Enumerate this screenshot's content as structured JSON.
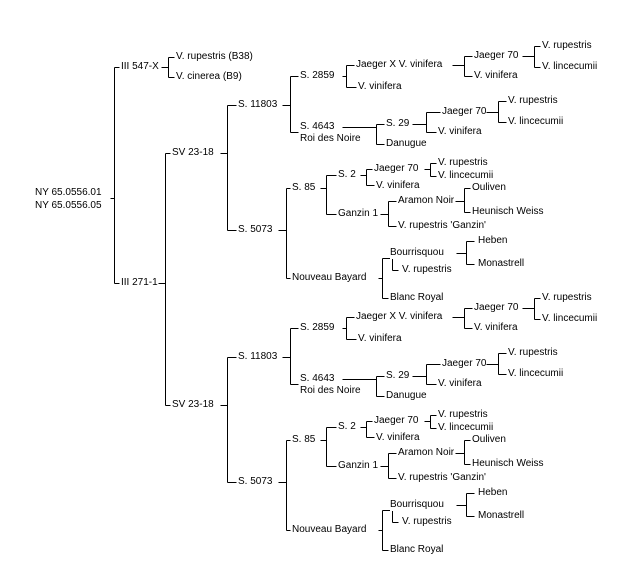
{
  "root": {
    "line1": "NY 65.0556.01",
    "line2": "NY 65.0556.05"
  },
  "labels": {
    "iii547x": "III 547-X",
    "v_rupestris_b38": "V. rupestris (B38)",
    "v_cinerea_b9": "V. cinerea (B9)",
    "iii271": "III 271-1",
    "sv2318": "SV 23-18",
    "s11803": "S. 11803",
    "s5073": "S. 5073",
    "s2859": "S. 2859",
    "s4643": "S. 4643",
    "roi_des_noire": "Roi des Noire",
    "jaeger_x_vinifera": "Jaeger X V. vinifera",
    "v_vinifera": "V. vinifera",
    "jaeger70": "Jaeger 70",
    "v_rupestris": "V. rupestris",
    "v_lincecumii": "V. lincecumii",
    "s29": "S. 29",
    "danugue": "Danugue",
    "s85": "S. 85",
    "s2": "S. 2",
    "ganzin1": "Ganzin 1",
    "aramon_noir": "Aramon Noir",
    "v_rupestris_ganzin": "V. rupestris 'Ganzin'",
    "ouliven": "Ouliven",
    "heunisch_weiss": "Heunisch Weiss",
    "nouveau_bayard": "Nouveau Bayard",
    "bourrisquou": "Bourrisquou",
    "blanc_royal": "Blanc Royal",
    "heben": "Heben",
    "monastrell": "Monastrell"
  },
  "colors": {
    "line": "#000000",
    "text": "#000000",
    "background": "#ffffff"
  }
}
